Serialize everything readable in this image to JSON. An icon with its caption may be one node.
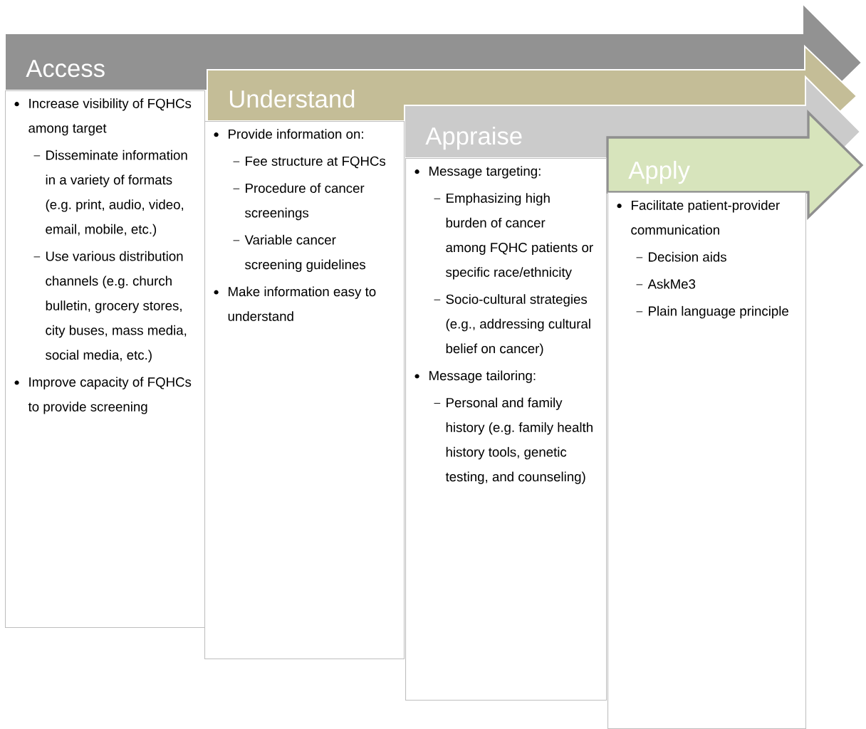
{
  "diagram": {
    "nodes": [
      {
        "text": [
          "Access",
          "Increase visibility of FQHCs among target",
          "Disseminate information in a variety of formats (e.g. print, audio, video, email, mobile, etc.)",
          "Use various distribution channels (e.g. church bulletin, grocery stores, city buses, mass media, social media, etc.)",
          "Improve capacity of FQHCs to provide screening"
        ]
      },
      {
        "text": [
          "Understand",
          "Provide information on:",
          "Fee structure at FQHCs",
          "Procedure of cancer screenings",
          "Variable cancer screening guidelines",
          "Make information easy to understand"
        ]
      },
      {
        "text": [
          "Appraise",
          "Message targeting:",
          "Emphasizing high burden of cancer among FQHC patients or specific race/ethnicity",
          "Socio-cultural strategies (e.g., addressing cultural belief on cancer)",
          "Message tailoring:",
          "Personal and family history (e.g. family health history tools, genetic testing, and counseling)"
        ]
      },
      {
        "text": [
          "Apply",
          "Facilitate patient-provider communication",
          "Decision aids",
          "AskMe3",
          "Plain language principle"
        ]
      }
    ]
  }
}
